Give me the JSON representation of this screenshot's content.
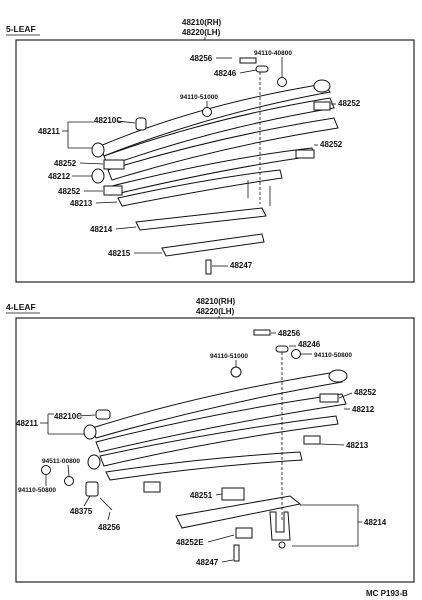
{
  "sections": [
    {
      "title": "5-LEAF",
      "header_labels": [
        "48210(RH)",
        "48220(LH)"
      ],
      "labels": [
        "48256",
        "94110-40800",
        "48246",
        "94110-51000",
        "48252",
        "48210C",
        "48211",
        "48252",
        "48252",
        "48212",
        "48252",
        "48213",
        "48214",
        "48215",
        "48247"
      ]
    },
    {
      "title": "4-LEAF",
      "header_labels": [
        "48210(RH)",
        "48220(LH)"
      ],
      "labels": [
        "48256",
        "94110-51000",
        "48246",
        "94110-50800",
        "48252",
        "48210C",
        "48211",
        "48212",
        "48213",
        "94511-00800",
        "94110-50800",
        "48251",
        "48375",
        "48214",
        "48256",
        "48252E",
        "48247"
      ]
    }
  ],
  "footer_code": "MC P193-B"
}
